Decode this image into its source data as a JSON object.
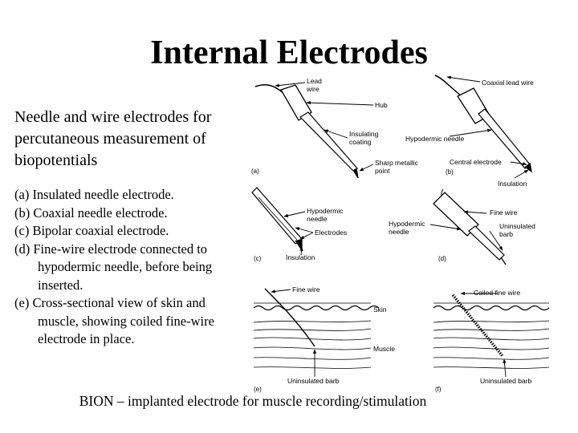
{
  "title": "Internal Electrodes",
  "intro": "Needle and wire electrodes for percutaneous measurement of biopotentials",
  "captions": [
    "(a) Insulated needle electrode.",
    "(b) Coaxial needle electrode.",
    "(c) Bipolar coaxial electrode.",
    "(d) Fine-wire electrode connected to hypodermic needle, before being inserted.",
    "(e) Cross-sectional view of skin and muscle, showing coiled fine-wire electrode in place."
  ],
  "figure": {
    "a": {
      "panel": "(a)",
      "lead_wire_1": "Lead",
      "lead_wire_2": "wire",
      "hub": "Hub",
      "insulating_1": "Insulating",
      "insulating_2": "coating",
      "sharp_1": "Sharp metallic",
      "sharp_2": "point"
    },
    "b": {
      "panel": "(b)",
      "coaxial_lead": "Coaxial lead wire",
      "hypodermic": "Hypodermic needle",
      "central": "Central electrode",
      "insulation": "Insulation"
    },
    "c": {
      "panel": "(c)",
      "hypodermic_1": "Hypodermic",
      "hypodermic_2": "needle",
      "electrodes": "Electrodes",
      "insulation": "Insulation"
    },
    "d": {
      "panel": "(d)",
      "fine_wire": "Fine wire",
      "hypodermic_1": "Hypodermic",
      "hypodermic_2": "needle",
      "uninsulated_1": "Uninsulated",
      "uninsulated_2": "barb"
    },
    "e": {
      "panel": "(e)",
      "fine_wire": "Fine wire",
      "skin": "Skin",
      "muscle": "Muscle",
      "barb": "Uninsulated barb"
    },
    "f": {
      "panel": "(f)",
      "coiled": "Coiled fine wire",
      "barb": "Uninsulated barb"
    }
  },
  "footer": "BION – implanted electrode for muscle recording/stimulation"
}
